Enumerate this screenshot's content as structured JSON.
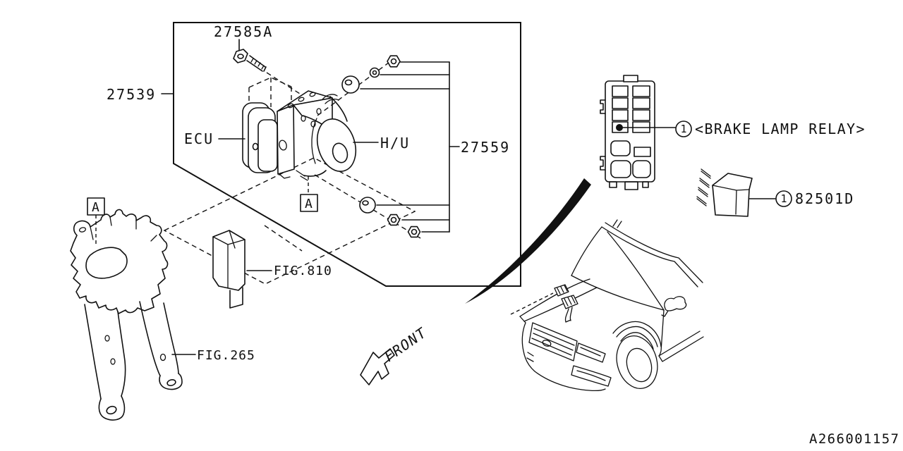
{
  "diagram": {
    "drawing_id": "A266001157",
    "callouts": {
      "bolt_part": "27585A",
      "assembly_part": "27539",
      "ecu": "ECU",
      "hydraulic_unit": "H/U",
      "bracket_kit_part": "27559",
      "relay_part": "82501D",
      "brake_lamp_relay": "<BRAKE LAMP RELAY>",
      "callout_index": "1",
      "fig_connector": "FIG.810",
      "fig_bracket": "FIG.265",
      "front_direction": "FRONT",
      "detail_marker": "A"
    },
    "colors": {
      "ink": "#111111",
      "background": "#ffffff"
    }
  }
}
